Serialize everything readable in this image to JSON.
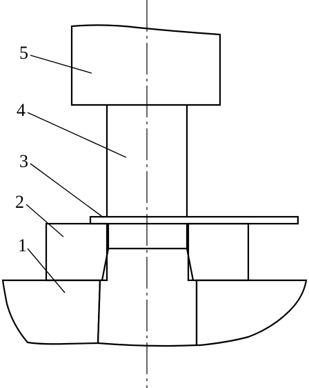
{
  "labels": {
    "part_1": "1",
    "part_2": "2",
    "part_3": "3",
    "part_4": "4",
    "part_5": "5"
  },
  "colors": {
    "line": "#000000",
    "background": "#ffffff"
  }
}
